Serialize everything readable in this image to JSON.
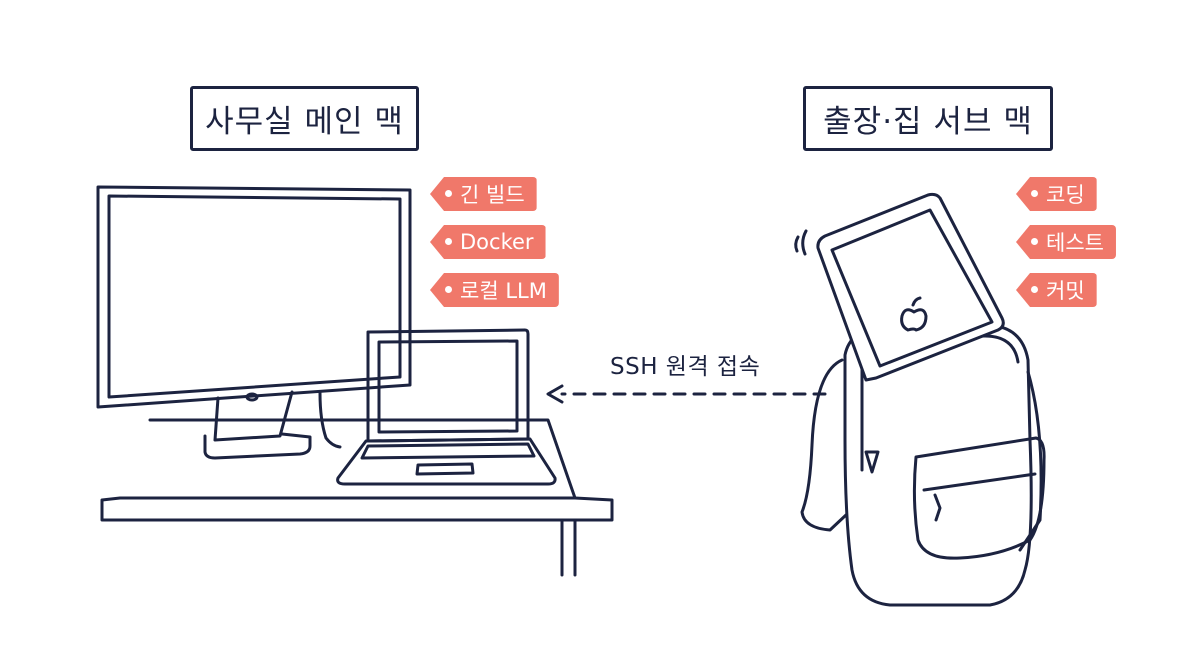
{
  "left": {
    "title": "사무실 메인 맥",
    "tags": [
      "긴 빌드",
      "Docker",
      "로컬 LLM"
    ]
  },
  "right": {
    "title": "출장·집 서브 맥",
    "tags": [
      "코딩",
      "테스트",
      "커밋"
    ]
  },
  "connection": {
    "label": "SSH 원격 접속"
  },
  "colors": {
    "ink": "#1c2340",
    "tag": "#f0786a",
    "background": "#ffffff"
  }
}
